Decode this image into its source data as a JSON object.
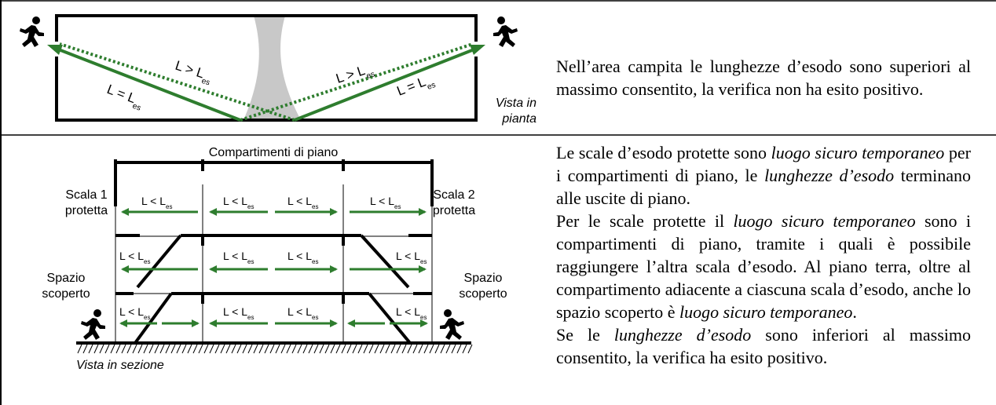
{
  "colors": {
    "arrow": "#2e7d2e",
    "shaded": "#c8c8c8",
    "ink": "#000000"
  },
  "row1": {
    "labels": {
      "l_eq": "L = L",
      "l_gt": "L > L",
      "sub_es": "es",
      "vista_pianta_1": "Vista in",
      "vista_pianta_2": "pianta"
    },
    "icons": [
      "running-person-icon",
      "running-person-icon"
    ],
    "text": "Nell’area campita le lunghezze d’esodo sono superiori al massimo consentito, la verifica non ha esito positivo."
  },
  "row2": {
    "labels": {
      "compartimenti": "Compartimenti di piano",
      "scala1_a": "Scala 1",
      "scala1_b": "protetta",
      "scala2_a": "Scala 2",
      "scala2_b": "protetta",
      "spazio_l_a": "Spazio",
      "spazio_l_b": "scoperto",
      "spazio_r_a": "Spazio",
      "spazio_r_b": "scoperto",
      "l_lt": "L < L",
      "sub_es": "es",
      "vista_sezione": "Vista in sezione"
    },
    "icons": [
      "running-person-icon",
      "running-person-icon"
    ],
    "para1": {
      "a": "Le scale d’esodo protette sono ",
      "b": "luogo sicuro temporaneo",
      "c": " per i compartimenti di piano, le ",
      "d": "lunghezze d’esodo",
      "e": " terminano alle uscite di piano."
    },
    "para2": {
      "a": "Per le scale protette il ",
      "b": "luogo sicuro temporaneo",
      "c": " sono i compartimenti di piano, tramite i quali è possibile raggiungere l’altra scala d’esodo. Al piano terra, oltre al compartimento adiacente a ciascuna scala d’esodo, anche lo spazio scoperto è ",
      "d": "luogo sicuro temporaneo",
      "e": "."
    },
    "para3": {
      "a": "Se le ",
      "b": "lunghezze d’esodo",
      "c": " sono inferiori al massimo consentito, la verifica ha esito positivo."
    }
  }
}
